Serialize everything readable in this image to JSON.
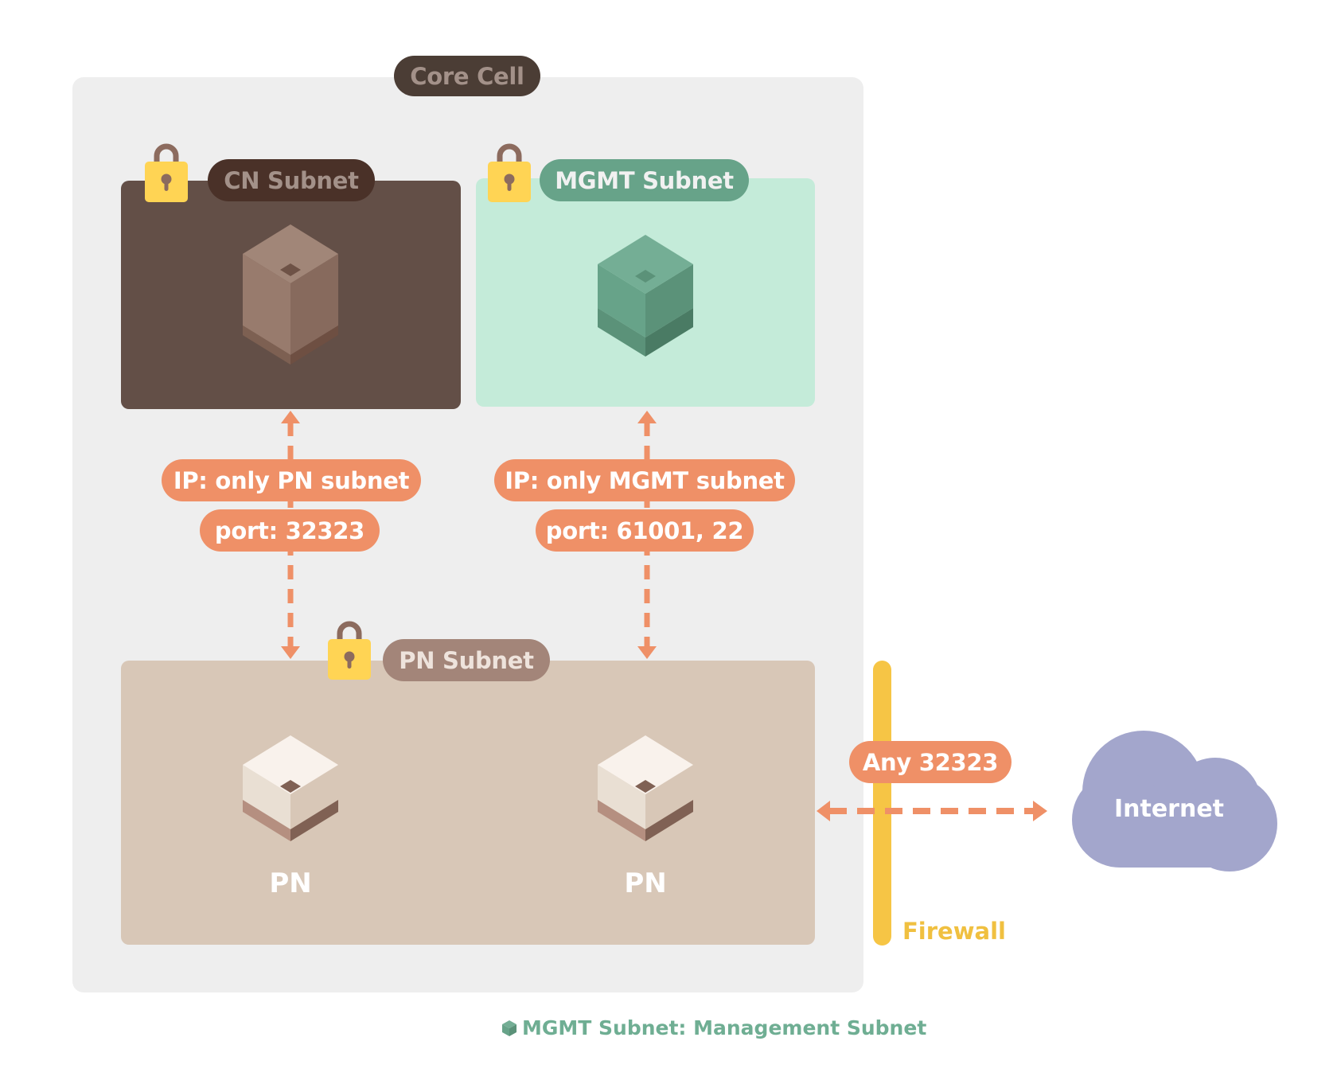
{
  "diagram": {
    "core_cell": {
      "label": "Core Cell"
    },
    "subnets": {
      "cn": {
        "label": "CN Subnet",
        "locked": true
      },
      "mgmt": {
        "label": "MGMT Subnet",
        "locked": true
      },
      "pn": {
        "label": "PN Subnet",
        "locked": true,
        "nodes": [
          "PN",
          "PN"
        ]
      }
    },
    "connections": {
      "cn_to_pn": {
        "ip_rule": "IP: only PN subnet",
        "port_rule": "port:  32323",
        "direction": "bidirectional"
      },
      "mgmt_to_pn": {
        "ip_rule": "IP: only MGMT subnet",
        "port_rule": "port:  61001, 22",
        "direction": "bidirectional"
      },
      "pn_to_internet": {
        "rule": "Any 32323",
        "direction": "bidirectional"
      }
    },
    "firewall": {
      "label": "Firewall"
    },
    "internet": {
      "label": "Internet"
    },
    "footnote": "MGMT Subnet: Management Subnet"
  },
  "colors": {
    "core_cell_bg": "#eeeeee",
    "cn_box": "#634f47",
    "mgmt_box": "#c4ebd9",
    "pn_box": "#d8c7b7",
    "rule_pill": "#ef9067",
    "arrow": "#ef9067",
    "lock_body": "#ffd454",
    "lock_shackle": "#8c6b5e",
    "firewall": "#f6c545",
    "cloud": "#a3a6cc",
    "footnote": "#6fae93"
  }
}
